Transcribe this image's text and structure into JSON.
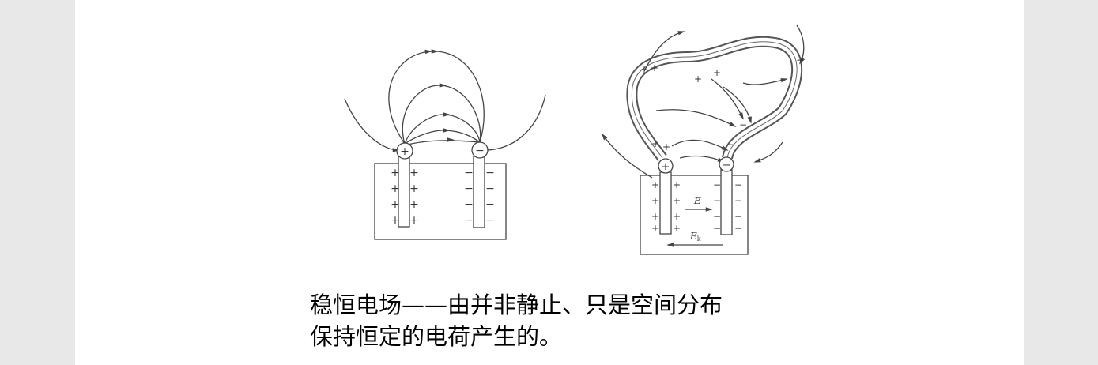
{
  "figure": {
    "left_diagram": {
      "positive_sign": "+",
      "negative_sign": "−"
    },
    "right_diagram": {
      "positive_sign": "+",
      "negative_sign": "−",
      "field_label": "E",
      "nonstatic_field_label": "E",
      "nonstatic_field_subscript": "k"
    }
  },
  "caption": {
    "line1": "稳恒电场——由并非静止、只是空间分布",
    "line2": "保持恒定的电荷产生的。"
  }
}
